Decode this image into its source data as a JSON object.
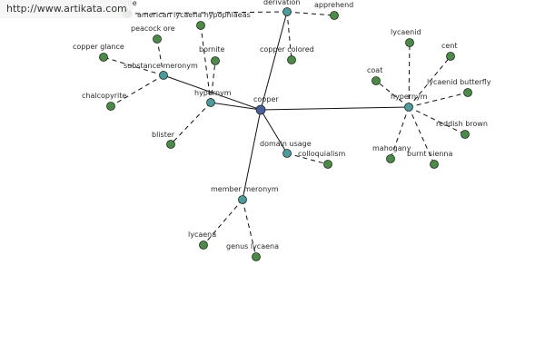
{
  "watermark": {
    "text": "http://www.artikata.com"
  },
  "colors": {
    "center": "#4a5f9c",
    "relation": "#4f9a9c",
    "leaf": "#4b8a48",
    "edge": "#111111",
    "stroke": "#1e2a1e"
  },
  "nodes": [
    {
      "id": "copper",
      "label": "copper",
      "kind": "center"
    },
    {
      "id": "derivation",
      "label": "derivation",
      "kind": "relation"
    },
    {
      "id": "hypernym-left",
      "label": "hypernym",
      "kind": "relation"
    },
    {
      "id": "substance-meronym",
      "label": "substance meronym",
      "kind": "relation"
    },
    {
      "id": "hypernym-right",
      "label": "hypernym",
      "kind": "relation"
    },
    {
      "id": "domain-usage",
      "label": "domain usage",
      "kind": "relation"
    },
    {
      "id": "member-meronym",
      "label": "member meronym",
      "kind": "relation"
    },
    {
      "id": "cite",
      "label": "cite",
      "kind": "leaf"
    },
    {
      "id": "apprehend",
      "label": "apprehend",
      "kind": "leaf"
    },
    {
      "id": "copper-colored",
      "label": "copper colored",
      "kind": "leaf"
    },
    {
      "id": "american-lycaena-hypophlaeas",
      "label": "american lycaena hypophlaeas",
      "kind": "leaf"
    },
    {
      "id": "bornite",
      "label": "bornite",
      "kind": "leaf"
    },
    {
      "id": "peacock-ore",
      "label": "peacock ore",
      "kind": "leaf"
    },
    {
      "id": "copper-glance",
      "label": "copper glance",
      "kind": "leaf"
    },
    {
      "id": "chalcopyrite",
      "label": "chalcopyrite",
      "kind": "leaf"
    },
    {
      "id": "blister",
      "label": "blister",
      "kind": "leaf"
    },
    {
      "id": "lycaenid-top",
      "label": "lycaenid",
      "kind": "leaf"
    },
    {
      "id": "cent",
      "label": "cent",
      "kind": "leaf"
    },
    {
      "id": "coat",
      "label": "coat",
      "kind": "leaf"
    },
    {
      "id": "lycaenid-butterfly",
      "label": "lycaenid butterfly",
      "kind": "leaf"
    },
    {
      "id": "reddish-brown",
      "label": "reddish brown",
      "kind": "leaf"
    },
    {
      "id": "mahogany",
      "label": "mahogany",
      "kind": "leaf"
    },
    {
      "id": "burnt-sienna",
      "label": "burnt sienna",
      "kind": "leaf"
    },
    {
      "id": "colloquialism",
      "label": "colloquialism",
      "kind": "leaf"
    },
    {
      "id": "lycaena",
      "label": "lycaena",
      "kind": "leaf"
    },
    {
      "id": "genus-lycaena",
      "label": "genus lycaena",
      "kind": "leaf"
    }
  ],
  "edges": [
    {
      "from": "copper",
      "to": "derivation",
      "style": "solid"
    },
    {
      "from": "copper",
      "to": "hypernym-left",
      "style": "solid"
    },
    {
      "from": "copper",
      "to": "substance-meronym",
      "style": "solid"
    },
    {
      "from": "copper",
      "to": "hypernym-right",
      "style": "solid"
    },
    {
      "from": "copper",
      "to": "domain-usage",
      "style": "solid"
    },
    {
      "from": "copper",
      "to": "member-meronym",
      "style": "solid"
    },
    {
      "from": "derivation",
      "to": "cite",
      "style": "dashed"
    },
    {
      "from": "derivation",
      "to": "apprehend",
      "style": "dashed"
    },
    {
      "from": "derivation",
      "to": "copper-colored",
      "style": "dashed"
    },
    {
      "from": "hypernym-left",
      "to": "american-lycaena-hypophlaeas",
      "style": "dashed"
    },
    {
      "from": "hypernym-left",
      "to": "bornite",
      "style": "dashed"
    },
    {
      "from": "hypernym-left",
      "to": "blister",
      "style": "dashed"
    },
    {
      "from": "substance-meronym",
      "to": "peacock-ore",
      "style": "dashed"
    },
    {
      "from": "substance-meronym",
      "to": "copper-glance",
      "style": "dashed"
    },
    {
      "from": "substance-meronym",
      "to": "chalcopyrite",
      "style": "dashed"
    },
    {
      "from": "hypernym-right",
      "to": "lycaenid-top",
      "style": "dashed"
    },
    {
      "from": "hypernym-right",
      "to": "cent",
      "style": "dashed"
    },
    {
      "from": "hypernym-right",
      "to": "coat",
      "style": "dashed"
    },
    {
      "from": "hypernym-right",
      "to": "lycaenid-butterfly",
      "style": "dashed"
    },
    {
      "from": "hypernym-right",
      "to": "reddish-brown",
      "style": "dashed"
    },
    {
      "from": "hypernym-right",
      "to": "mahogany",
      "style": "dashed"
    },
    {
      "from": "hypernym-right",
      "to": "burnt-sienna",
      "style": "dashed"
    },
    {
      "from": "domain-usage",
      "to": "colloquialism",
      "style": "dashed"
    },
    {
      "from": "member-meronym",
      "to": "lycaena",
      "style": "dashed"
    },
    {
      "from": "member-meronym",
      "to": "genus-lycaena",
      "style": "dashed"
    }
  ]
}
